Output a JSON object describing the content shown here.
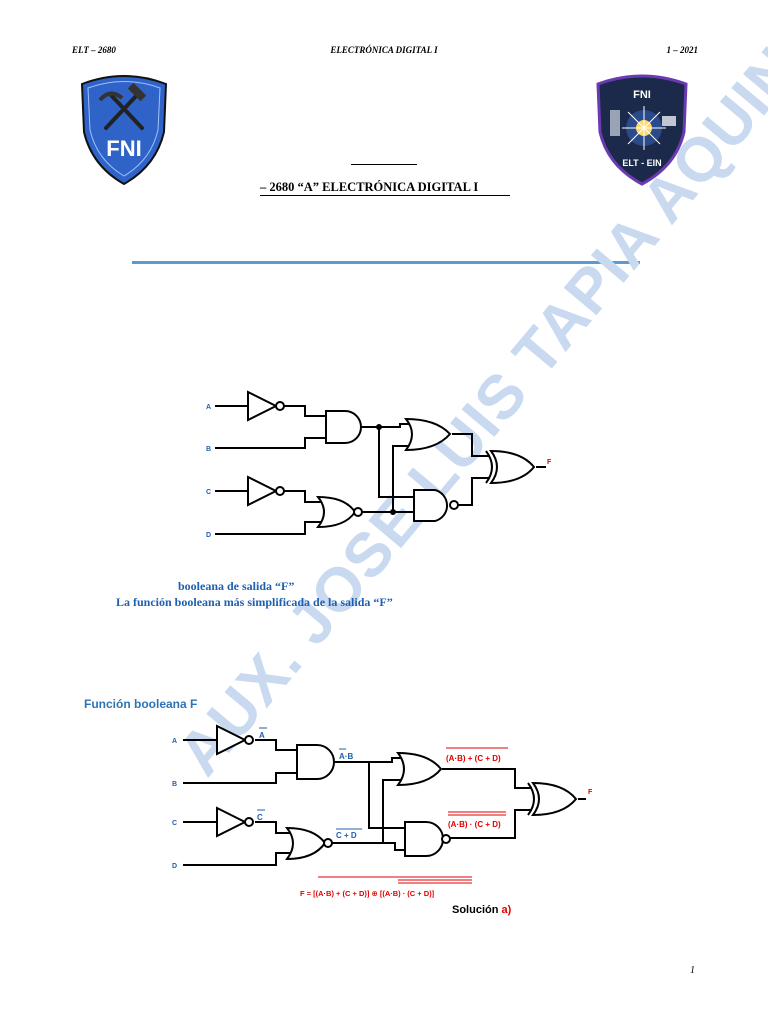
{
  "header": {
    "left": "ELT – 2680",
    "center": "ELECTRÓNICA DIGITAL I",
    "right": "1 – 2021"
  },
  "logos": {
    "left_text": "FNI",
    "right_top": "FNI",
    "right_bottom": "ELT - EIN"
  },
  "course_title": "– 2680 “A” ELECTRÓNICA DIGITAL I",
  "watermark": "AUX. JOSE LUIS TAPIA AQUINO",
  "questions": {
    "a": "booleana de salida “F”",
    "b": "La función booleana más simplificada de la salida “F”"
  },
  "circuit_inputs": [
    "A",
    "B",
    "C",
    "D"
  ],
  "circuit_output": "F",
  "section_title": "Función booleana F",
  "solution_labels": {
    "not_a": "A",
    "not_c": "C",
    "and1": "A·B",
    "nor1": "C + D",
    "or_out": "(A·B) + (C + D)",
    "and_out": "(A·B) · (C + D)",
    "f_expr": "F = [(A·B) + (C + D)] ⊕ [(A·B) · (C + D)]"
  },
  "solution": {
    "text": "Solución",
    "letter": "a)"
  },
  "page_number": "1",
  "colors": {
    "blue": "#1f5fb0",
    "red": "#e00000",
    "rule": "#5b9bd5",
    "watermark": "#c8d9f0"
  }
}
